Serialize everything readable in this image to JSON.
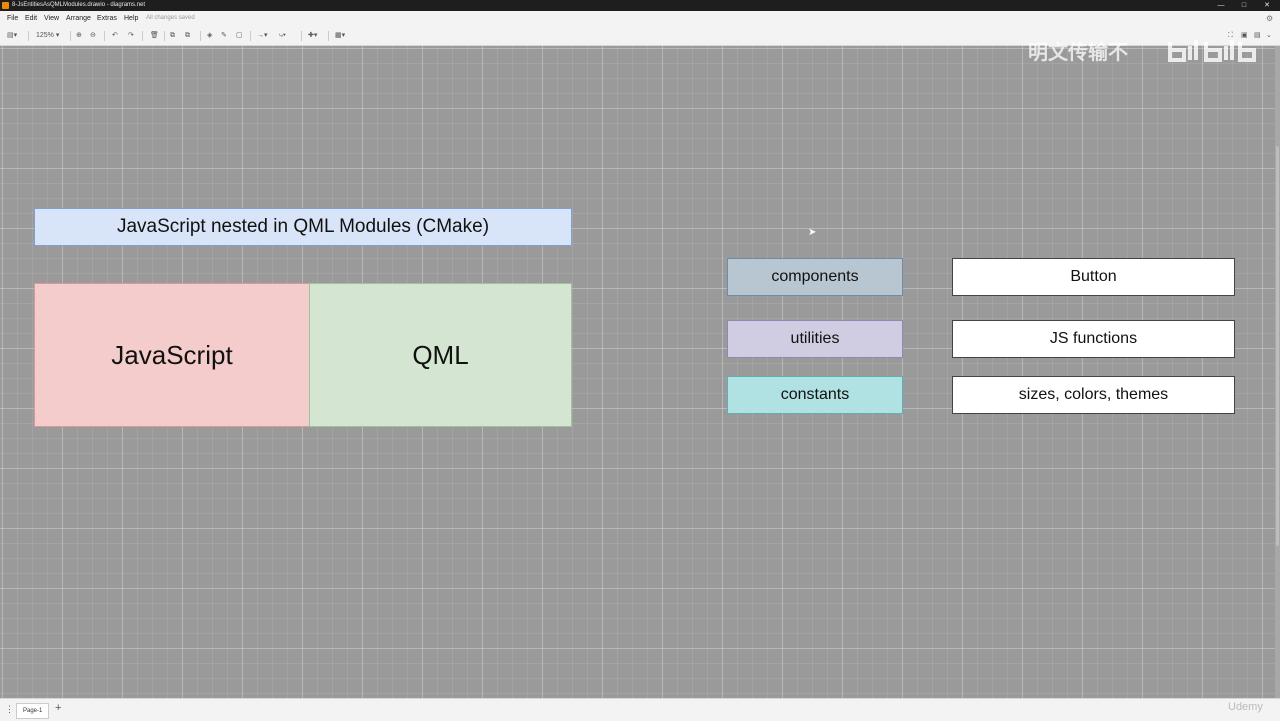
{
  "window": {
    "title": "8-JsEntitiesAsQMLModules.drawio - diagrams.net",
    "minimize": "—",
    "maximize": "□",
    "close": "✕"
  },
  "menubar": {
    "items": [
      "File",
      "Edit",
      "View",
      "Arrange",
      "Extras",
      "Help"
    ],
    "status": "All changes saved"
  },
  "toolbar": {
    "zoom": "125%",
    "icons": [
      "format-panel-icon",
      "zoom-in-icon",
      "zoom-out-icon",
      "undo-icon",
      "redo-icon",
      "delete-icon",
      "to-front-icon",
      "to-back-icon",
      "fill-color-icon",
      "line-color-icon",
      "shadow-icon",
      "connection-icon",
      "waypoints-icon",
      "insert-icon",
      "table-icon"
    ]
  },
  "diagram": {
    "header": "JavaScript nested in QML Modules (CMake)",
    "left_block": "JavaScript",
    "right_block": "QML",
    "rows": [
      {
        "label": "components",
        "value": "Button",
        "color": "#b8c6d2"
      },
      {
        "label": "utilities",
        "value": "JS functions",
        "color": "#d0cde2"
      },
      {
        "label": "constants",
        "value": "sizes, colors, themes",
        "color": "#b0e1e3"
      }
    ],
    "colors": {
      "header_fill": "#d8e5f8",
      "javascript_fill": "#f4cccb",
      "qml_fill": "#d4e6d2"
    }
  },
  "statusbar": {
    "page_tab": "Page-1",
    "add": "+"
  },
  "watermarks": {
    "top_right": "明文传输不",
    "bottom_right": "Udemy"
  }
}
